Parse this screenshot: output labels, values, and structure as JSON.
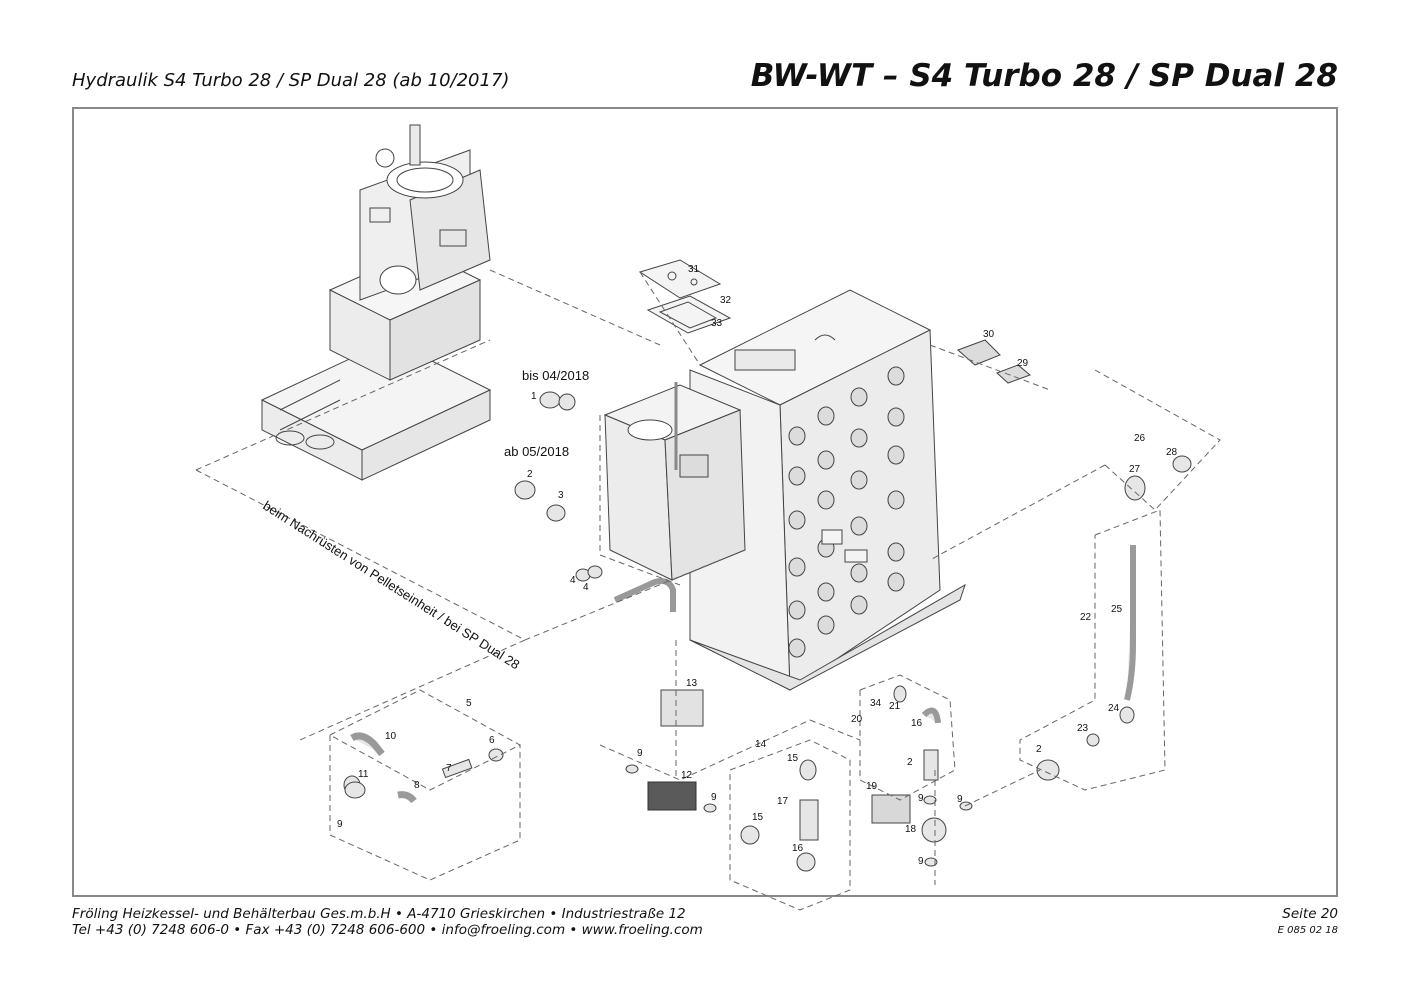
{
  "header": {
    "subtitle": "Hydraulik S4 Turbo 28 / SP Dual 28 (ab 10/2017)",
    "title": "BW-WT – S4 Turbo 28 / SP Dual 28"
  },
  "notes": {
    "variant_old": "bis 04/2018",
    "variant_new": "ab 05/2018",
    "retrofit": "beim Nachrüsten von Pelletseinheit /  bei SP Dual 28"
  },
  "part_labels": {
    "p1": "1",
    "p2a": "2",
    "p3": "3",
    "p4a": "4",
    "p4b": "4",
    "p5": "5",
    "p6": "6",
    "p7": "7",
    "p8": "8",
    "p9a": "9",
    "p9b": "9",
    "p9c": "9",
    "p9d": "9",
    "p9e": "9",
    "p9f": "9",
    "p10": "10",
    "p11": "11",
    "p12": "12",
    "p13": "13",
    "p14": "14",
    "p15a": "15",
    "p15b": "15",
    "p16a": "16",
    "p16b": "16",
    "p17": "17",
    "p18": "18",
    "p19": "19",
    "p20": "20",
    "p21": "21",
    "p22": "22",
    "p23": "23",
    "p24": "24",
    "p25": "25",
    "p26": "26",
    "p27": "27",
    "p28": "28",
    "p29": "29",
    "p30": "30",
    "p31": "31",
    "p32": "32",
    "p33": "33",
    "p34": "34",
    "p2b": "2",
    "p2c": "2"
  },
  "footer": {
    "line1": "Fröling Heizkessel- und Behälterbau Ges.m.b.H   •  A-4710 Grieskirchen   •  Industriestraße 12",
    "line2": "Tel +43 (0) 7248 606-0   •  Fax +43 (0) 7248 606-600   •  info@froeling.com   •  www.froeling.com",
    "page": "Seite 20",
    "doc_number": "E 085 02 18"
  }
}
